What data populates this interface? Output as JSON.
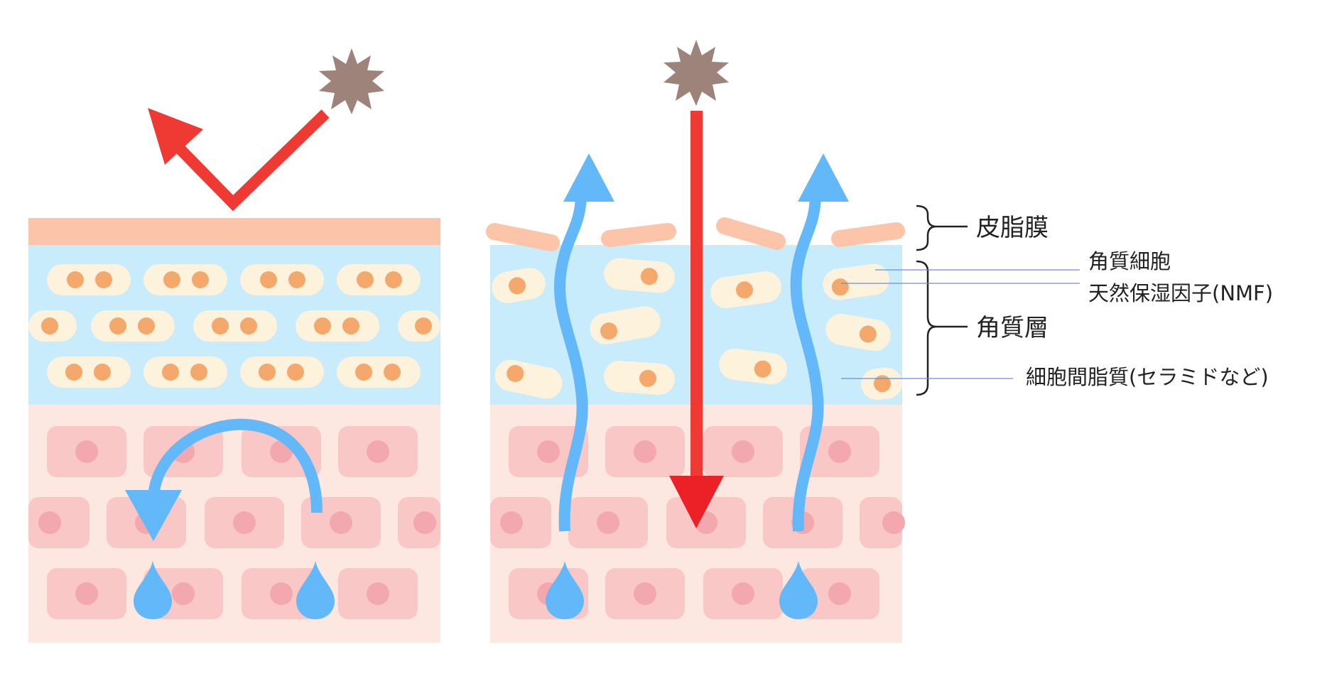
{
  "labels": {
    "sebum_film": "皮脂膜",
    "stratum_corneum": "角質層",
    "corneocyte": "角質細胞",
    "nmf": "天然保湿因子(NMF)",
    "intercellular_lipid": "細胞間脂質(セラミドなど)"
  },
  "colors": {
    "sebum": "#fcc4a8",
    "corneum_bg": "#c8ecfb",
    "corneum_cell": "#fdf2dc",
    "nmf_dot": "#f5a86c",
    "epidermis_bg": "#fde7e1",
    "epidermis_cell": "#f9c8c6",
    "nucleus": "#f2a8ae",
    "red_arrow": "#ee3a33",
    "water_blue": "#62b8f8",
    "irritant": "#9e837a",
    "leader_line": "#6a8fd6"
  },
  "icons": {
    "irritant": "spiky-particle-icon",
    "water_drop": "water-drop-icon",
    "bracket": "curly-bracket-icon"
  }
}
